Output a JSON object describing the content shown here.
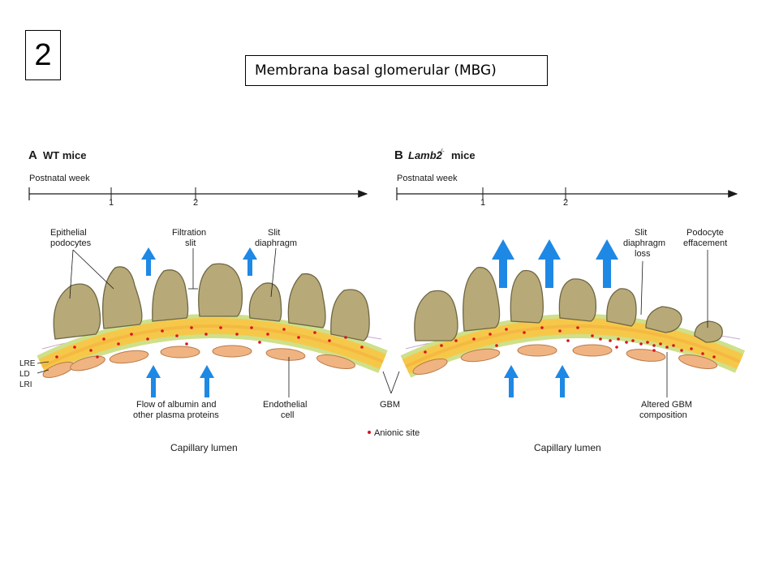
{
  "slide": {
    "number": "2",
    "title": "Membrana basal glomerular  (MBG)"
  },
  "panelA": {
    "letter": "A",
    "heading": "WT mice",
    "timeline_label": "Postnatal week",
    "ticks": [
      "1",
      "2"
    ],
    "labels": {
      "epithelial_1": "Epithelial",
      "epithelial_2": "podocytes",
      "filtration_1": "Filtration",
      "filtration_2": "slit",
      "slit_1": "Slit",
      "slit_2": "diaphragm",
      "flow_1": "Flow of albumin and",
      "flow_2": "other plasma proteins",
      "endo_1": "Endothelial",
      "endo_2": "cell",
      "lre": "LRE",
      "ld": "LD",
      "lri": "LRI",
      "gbm": "GBM",
      "anionic": "Anionic site",
      "lumen": "Capillary lumen"
    }
  },
  "panelB": {
    "letter": "B",
    "heading_gene": "Lamb2",
    "heading_sup": "-/-",
    "heading_rest": " mice",
    "timeline_label": "Postnatal week",
    "ticks": [
      "1",
      "2"
    ],
    "labels": {
      "slit_1": "Slit",
      "slit_2": "diaphragm",
      "slit_3": "loss",
      "pod_1": "Podocyte",
      "pod_2": "effacement",
      "altered_1": "Altered GBM",
      "altered_2": "composition",
      "lumen": "Capillary lumen"
    }
  },
  "colors": {
    "podocyte": "#b7aa78",
    "podocyte_stroke": "#6f6642",
    "gbm_core": "#f6c84a",
    "gbm_edge": "#cfe08a",
    "endothelial": "#f0b482",
    "anionic_dot": "#d7141e",
    "arrow": "#1e88e5"
  }
}
